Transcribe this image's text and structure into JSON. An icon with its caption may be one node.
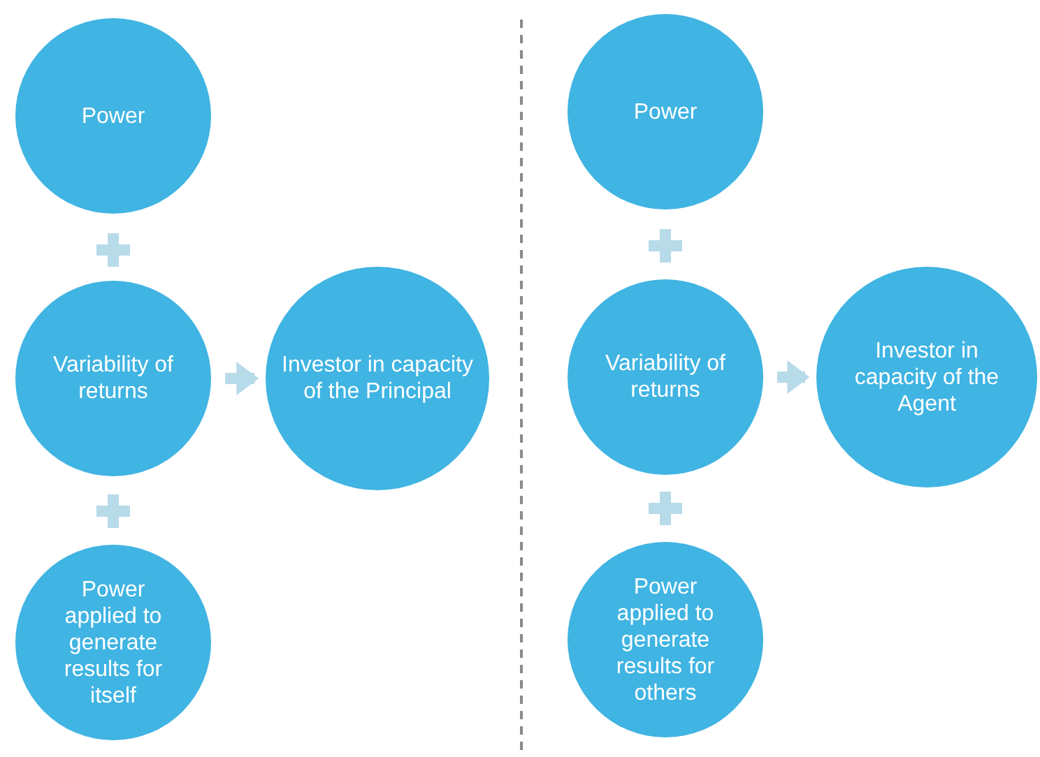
{
  "diagram": {
    "nodes": [
      {
        "text": [
          "Power"
        ]
      },
      {
        "text": [
          "Variability of returns"
        ]
      },
      {
        "text": [
          "Power applied to generate results for itself"
        ]
      },
      {
        "text": [
          "Investor in capacity of the Principal"
        ]
      },
      {
        "text": [
          "Power"
        ]
      },
      {
        "text": [
          "Variability of returns"
        ]
      },
      {
        "text": [
          "Power applied to generate results for others"
        ]
      },
      {
        "text": [
          "Investor in capacity of the Agent"
        ]
      }
    ],
    "edges": [
      {
        "from": 1,
        "to": 3,
        "arrow": "to"
      },
      {
        "from": 5,
        "to": 7,
        "arrow": "to"
      }
    ]
  }
}
